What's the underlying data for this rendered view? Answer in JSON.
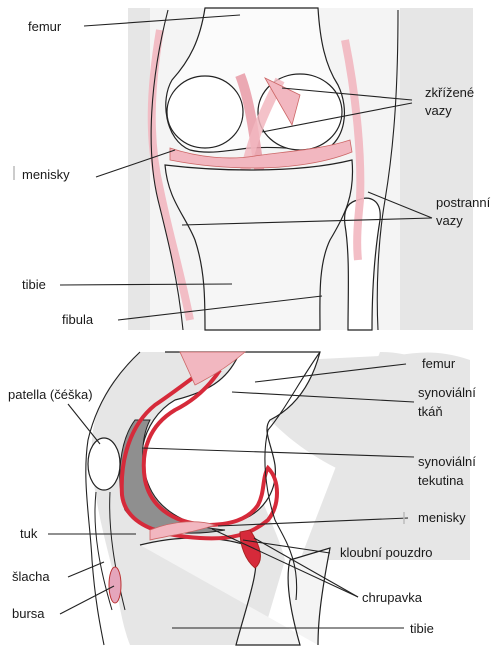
{
  "top_diagram": {
    "labels": {
      "femur": "femur",
      "zkrizene_line1": "zkřížené",
      "zkrizene_line2": "vazy",
      "menisky": "menisky",
      "postranni_line1": "postranní",
      "postranni_line2": "vazy",
      "tibie": "tibie",
      "fibula": "fibula"
    }
  },
  "bottom_diagram": {
    "labels": {
      "femur": "femur",
      "patella": "patella (čéška)",
      "synovialni_tkan_line1": "synoviální",
      "synovialni_tkan_line2": "tkáň",
      "synovialni_tekutina_line1": "synoviální",
      "synovialni_tekutina_line2": "tekutina",
      "tuk": "tuk",
      "menisky": "menisky",
      "kloubni_pouzdro": "kloubní pouzdro",
      "slacha": "šlacha",
      "chrupavka": "chrupavka",
      "bursa": "bursa",
      "tibie": "tibie"
    }
  },
  "colors": {
    "bone_gray": "#e3e3e3",
    "outline": "#222222",
    "ligament_pink": "#f2b7c0",
    "synovium_red": "#d62a3a",
    "fluid_gray": "#8f8f8f"
  }
}
